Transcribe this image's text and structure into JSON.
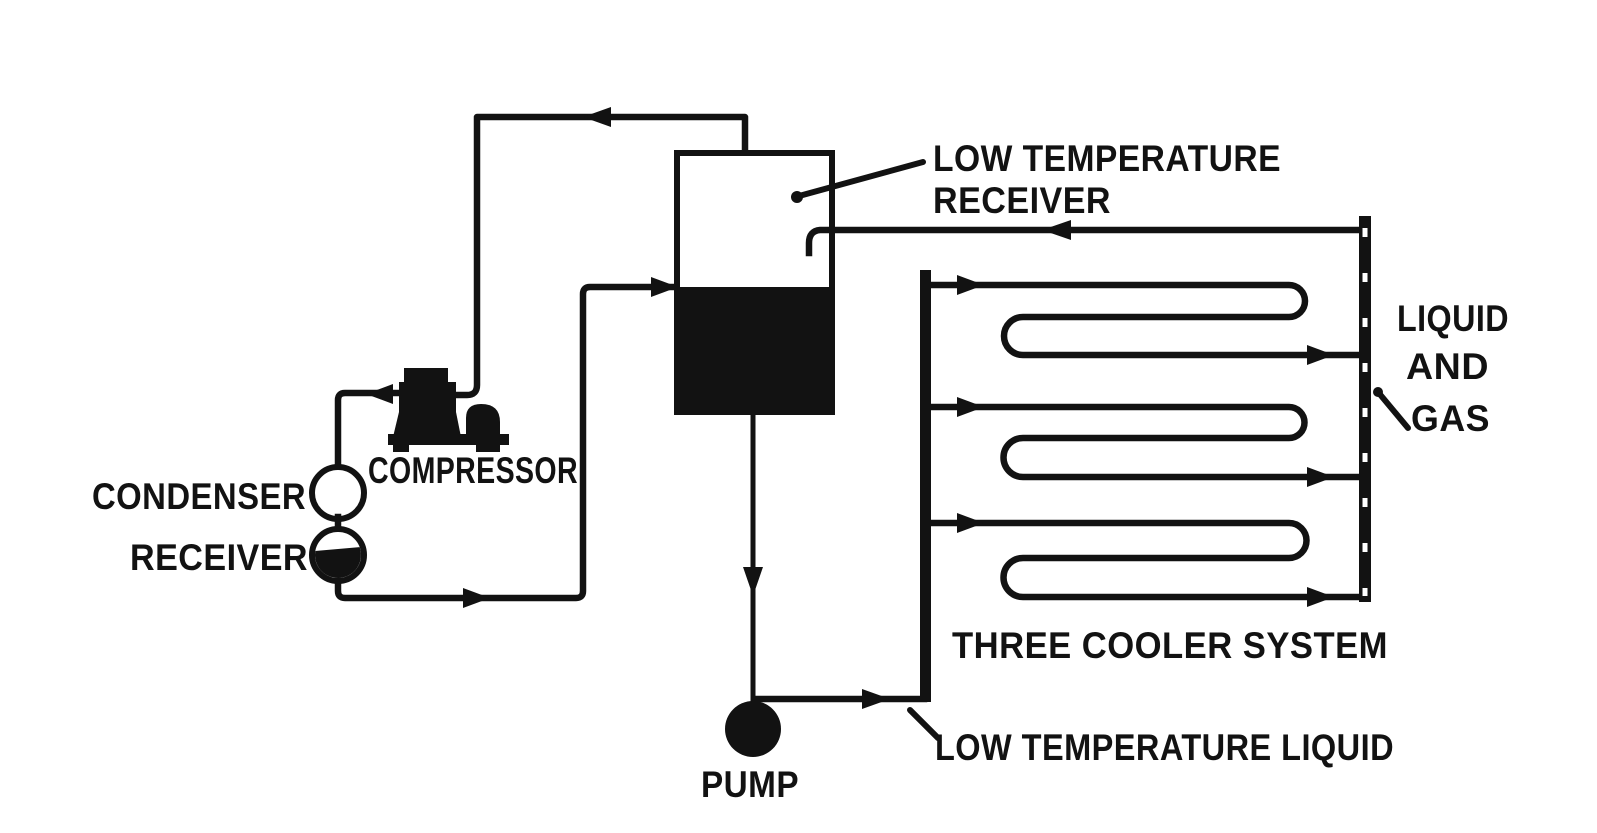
{
  "colors": {
    "ink": "#121212",
    "paper": "#ffffff"
  },
  "labels": {
    "low_temperature_receiver_line1": "LOW TEMPERATURE",
    "low_temperature_receiver_line2": "RECEIVER",
    "condenser": "CONDENSER",
    "receiver": "RECEIVER",
    "compressor": "COMPRESSOR",
    "pump": "PUMP",
    "three_cooler_system": "THREE COOLER SYSTEM",
    "low_temperature_liquid": "LOW TEMPERATURE LIQUID",
    "liquid_and_gas_line1": "LIQUID",
    "liquid_and_gas_line2": "AND",
    "liquid_and_gas_line3": "GAS"
  }
}
